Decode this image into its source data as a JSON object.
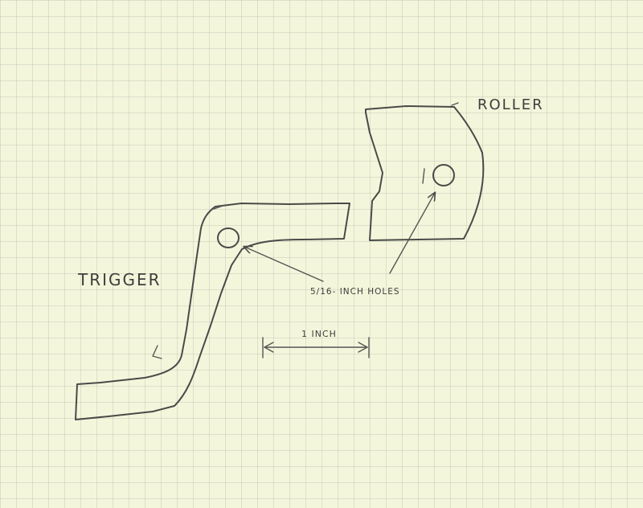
{
  "labels": {
    "trigger": "TRIGGER",
    "roller": "ROLLER",
    "holes_note": "5/16- INCH HOLES",
    "dimension": "1 INCH"
  },
  "colors": {
    "paper": "#f4f6dc",
    "grid": "#96aa96",
    "pencil": "#4a4a48"
  }
}
